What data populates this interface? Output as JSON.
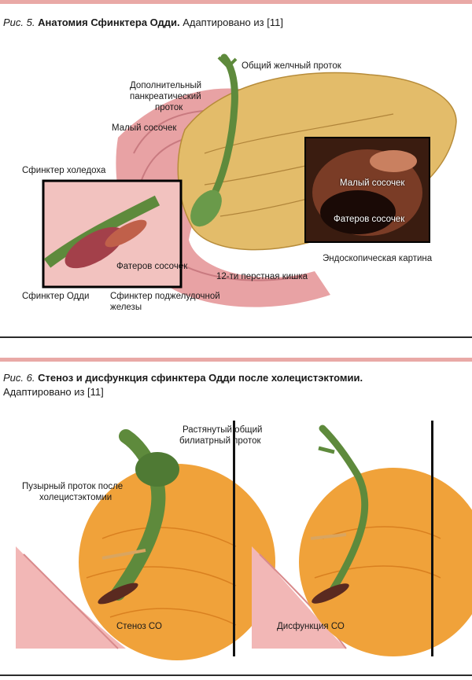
{
  "figure5": {
    "label": "Рис. 5.",
    "title": "Анатомия Сфинктера Одди.",
    "source": "Адаптировано из [11]",
    "labels": {
      "common_bile_duct": "Общий желчный проток",
      "accessory_duct_1": "Дополнительный",
      "accessory_duct_2": "панкреатический",
      "accessory_duct_3": "проток",
      "minor_papilla": "Малый сосочек",
      "choledochal_sphincter": "Сфинктер холедоха",
      "vater_papilla": "Фатеров сосочек",
      "duodenum": "12-ти перстная кишка",
      "sphincter_oddi": "Сфинктер Одди",
      "pancreatic_sphincter_1": "Сфинктер поджелудочной",
      "pancreatic_sphincter_2": "железы",
      "endoscopic_view": "Эндоскопическая картина",
      "endo_minor_papilla": "Малый сосочек",
      "endo_vater_papilla": "Фатеров сосочек"
    }
  },
  "figure6": {
    "label": "Рис. 6.",
    "title": "Стеноз и дисфункция сфинктера Одди после холецистэктомии.",
    "source": "Адаптировано из [11]",
    "labels": {
      "dilated_duct_1": "Растянутый общий",
      "dilated_duct_2": "билиатрный проток",
      "cystic_duct_1": "Пузырный проток после",
      "cystic_duct_2": "холецистэктомии",
      "stenosis": "Стеноз СО",
      "dysfunction": "Дисфункция СО"
    }
  },
  "colors": {
    "rule_pink": "#e9a9a6",
    "pancreas": "#e3bc6a",
    "duodenum": "#e8a2a4",
    "bile_duct": "#5e8a3c",
    "liver_orange": "#f0a23a"
  }
}
